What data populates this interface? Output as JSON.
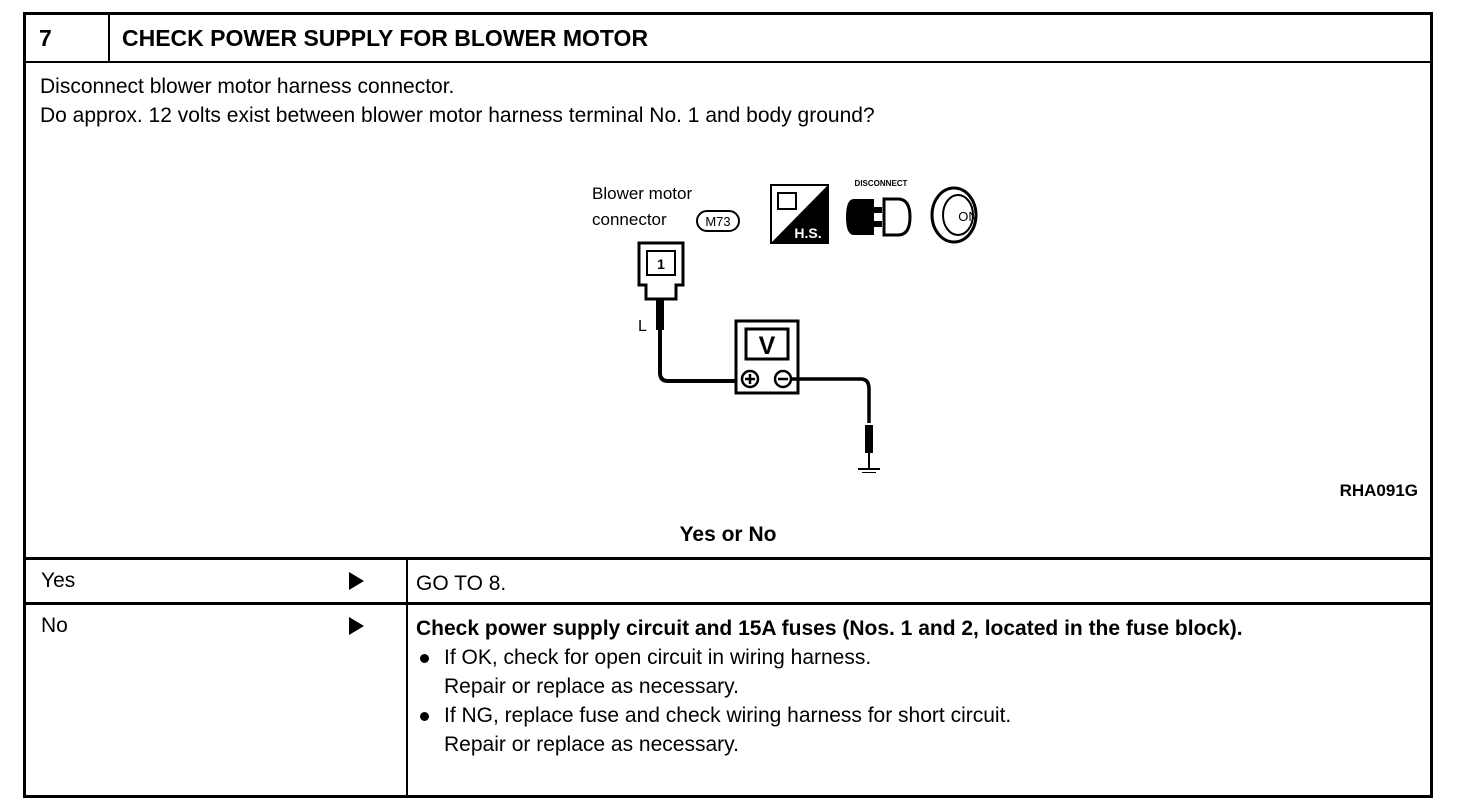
{
  "step": {
    "number": "7",
    "title": "CHECK POWER SUPPLY FOR BLOWER MOTOR"
  },
  "instructions": [
    "Disconnect blower motor harness connector.",
    "Do approx. 12 volts exist between blower motor harness terminal No. 1 and body ground?"
  ],
  "diagram": {
    "connector_label_line1": "Blower motor",
    "connector_label_line2": "connector",
    "connector_id": "M73",
    "terminal_number": "1",
    "wire_color": "L",
    "meter_label": "V",
    "plus_symbol": "+",
    "minus_symbol": "−",
    "icons": [
      {
        "name": "harness-side-icon",
        "text": "H.S."
      },
      {
        "name": "disconnect-icon",
        "text": "DISCONNECT"
      },
      {
        "name": "ignition-on-icon",
        "text": "ON"
      }
    ],
    "figure_code": "RHA091G"
  },
  "question": "Yes or No",
  "results": [
    {
      "condition": "Yes",
      "action_title": "GO TO 8.",
      "action_bold": false,
      "bullets": []
    },
    {
      "condition": "No",
      "action_title": "Check power supply circuit and 15A fuses (Nos. 1 and 2, located in the fuse block).",
      "action_bold": true,
      "bullets": [
        {
          "line1": "If OK, check for open circuit in wiring harness.",
          "line2": "Repair or replace as necessary."
        },
        {
          "line1": "If NG, replace fuse and check wiring harness for short circuit.",
          "line2": "Repair or replace as necessary."
        }
      ]
    }
  ]
}
